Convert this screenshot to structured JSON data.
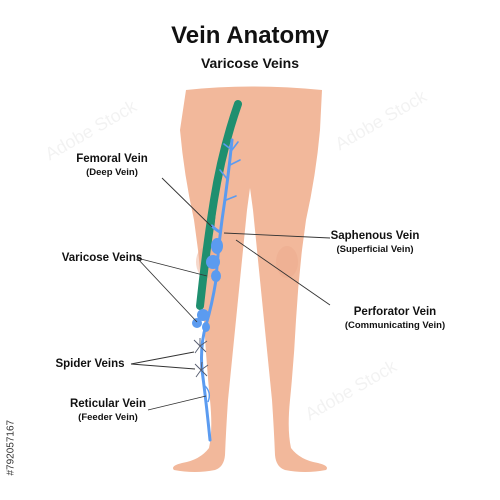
{
  "header": {
    "title": "Vein Anatomy",
    "subtitle": "Varicose Veins"
  },
  "labels": {
    "femoral": {
      "main": "Femoral Vein",
      "sub": "(Deep Vein)"
    },
    "varicose": {
      "main": "Varicose Veins"
    },
    "spider": {
      "main": "Spider Veins"
    },
    "reticular": {
      "main": "Reticular Vein",
      "sub": "(Feeder Vein)"
    },
    "saphenous": {
      "main": "Saphenous Vein",
      "sub": "(Superficial Vein)"
    },
    "perforator": {
      "main": "Perforator Vein",
      "sub": "(Communicating Vein)"
    }
  },
  "stock_id": "#792057167",
  "colors": {
    "skin": "#f2b89b",
    "skin_shadow": "#e9a88a",
    "vein_blue": "#5b9bf0",
    "deep_vein_green": "#1f8f6f",
    "leader_line": "#333333"
  }
}
